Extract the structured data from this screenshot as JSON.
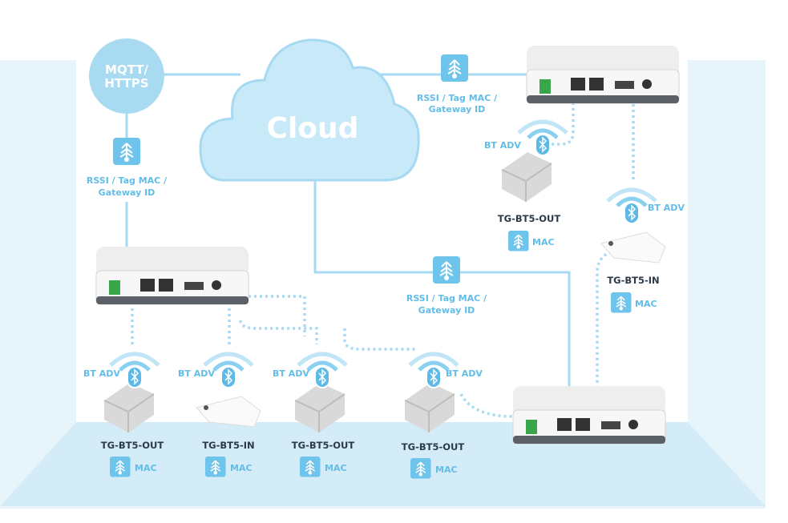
{
  "protocol": {
    "line1": "MQTT/",
    "line2": "HTTPS"
  },
  "cloud": {
    "label": "Cloud"
  },
  "payload": {
    "line1": "RSSI / Tag MAC /",
    "line2": "Gateway ID"
  },
  "signal_label": "BT ADV",
  "tags": [
    {
      "model": "TG-BT5-OUT",
      "id_label": "MAC"
    },
    {
      "model": "TG-BT5-IN",
      "id_label": "MAC"
    },
    {
      "model": "TG-BT5-OUT",
      "id_label": "MAC"
    },
    {
      "model": "TG-BT5-OUT",
      "id_label": "MAC"
    },
    {
      "model": "TG-BT5-OUT",
      "id_label": "MAC"
    },
    {
      "model": "TG-BT5-IN",
      "id_label": "MAC"
    }
  ],
  "colors": {
    "accent": "#62bde8",
    "line": "#a7daf2",
    "cloud": "#c8e9f7",
    "floor": "#d3ecf7",
    "text_dark": "#2c3a48"
  }
}
